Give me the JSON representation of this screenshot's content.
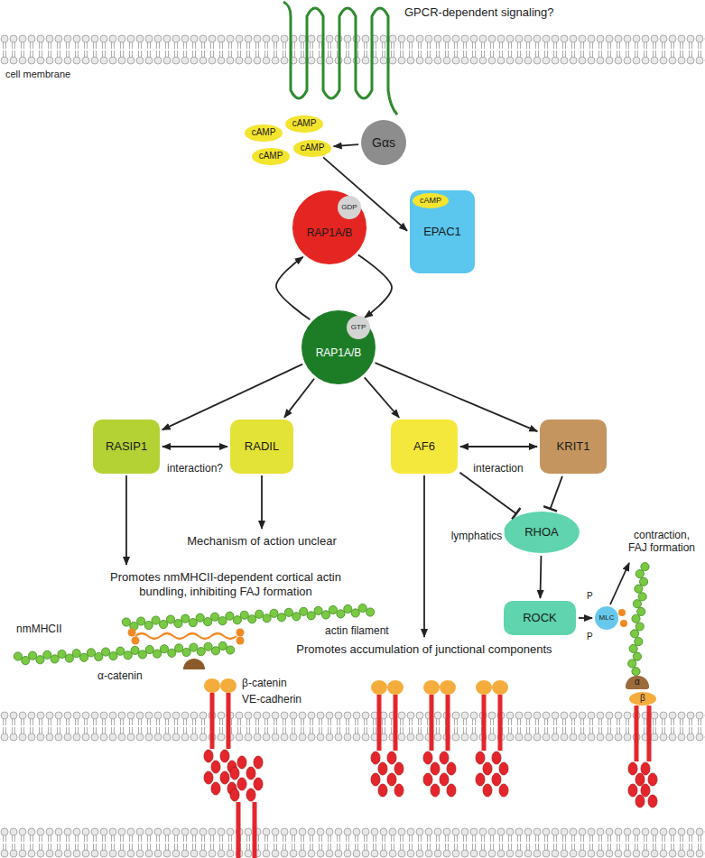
{
  "diagram": {
    "nodes": [
      {
        "text": [
          "cAMP"
        ]
      },
      {
        "text": [
          "cAMP"
        ]
      },
      {
        "text": [
          "cAMP"
        ]
      },
      {
        "text": [
          "cAMP"
        ]
      },
      {
        "text": [
          "Gαs"
        ]
      },
      {
        "text": [
          "EPAC1"
        ]
      },
      {
        "text": [
          "cAMP"
        ],
        "in": 5
      },
      {
        "text": [
          "RAP1A/B"
        ]
      },
      {
        "text": [
          "GDP"
        ],
        "in": 7
      },
      {
        "text": [
          "RAP1A/B"
        ]
      },
      {
        "text": [
          "GTP"
        ],
        "in": 9
      },
      {
        "text": [
          "RASIP1"
        ]
      },
      {
        "text": [
          "RADIL"
        ]
      },
      {
        "text": [
          "AF6"
        ]
      },
      {
        "text": [
          "KRIT1"
        ]
      },
      {
        "text": [
          "RHOA"
        ]
      },
      {
        "text": [
          "ROCK"
        ]
      },
      {
        "text": [
          "MLC"
        ]
      },
      {
        "text": [
          "α"
        ]
      },
      {
        "text": [
          "β"
        ]
      }
    ],
    "edges": [
      {
        "from": 4,
        "to": 3,
        "arrow": "to"
      },
      {
        "from": 3,
        "to": 5,
        "arrow": "to"
      },
      {
        "from": 7,
        "to": 9,
        "arrow": "to"
      },
      {
        "from": 9,
        "to": 7,
        "arrow": "to"
      },
      {
        "from": 9,
        "to": 11,
        "arrow": "to"
      },
      {
        "from": 9,
        "to": 12,
        "arrow": "to"
      },
      {
        "from": 9,
        "to": 13,
        "arrow": "to"
      },
      {
        "from": 9,
        "to": 14,
        "arrow": "to"
      },
      {
        "from": 11,
        "to": 12,
        "arrow": "both",
        "label": "interaction?"
      },
      {
        "from": 13,
        "to": 14,
        "arrow": "both",
        "label": "interaction"
      },
      {
        "from": 13,
        "to": 15,
        "arrow": "to",
        "label": "lymphatics"
      },
      {
        "from": 14,
        "to": 15,
        "arrow": "to"
      },
      {
        "from": 15,
        "to": 16,
        "arrow": "to"
      },
      {
        "from": 16,
        "to": 17,
        "arrow": "to"
      }
    ],
    "labels": [
      "GPCR-dependent signaling?",
      "cell membrane",
      "Mechanism of action unclear",
      "Promotes nmMHCII-dependent cortical actin bundling, inhibiting FAJ formation",
      "Promotes accumulation of junctional components",
      "contraction, FAJ formation",
      "nmMHCII",
      "actin filament",
      "α-catenin",
      "β-catenin",
      "VE-cadherin",
      "P",
      "P"
    ]
  }
}
